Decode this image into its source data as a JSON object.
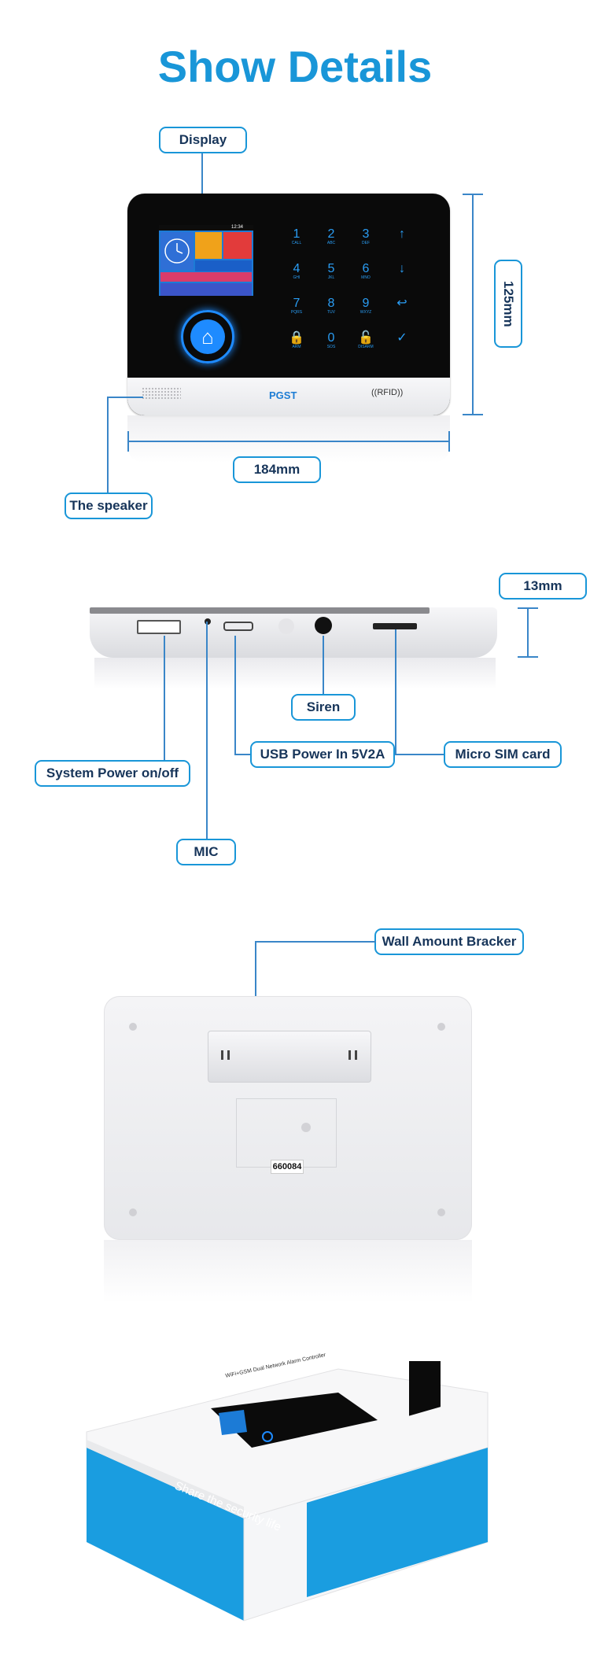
{
  "title": "Show Details",
  "front": {
    "display_label": "Display",
    "height_label": "125mm",
    "width_label": "184mm",
    "speaker_label": "The speaker",
    "brand": "PGST",
    "rfid": "((RFID))",
    "screen_time": "12:34",
    "keys": [
      {
        "sym": "1",
        "sub": "CALL"
      },
      {
        "sym": "2",
        "sub": "ABC"
      },
      {
        "sym": "3",
        "sub": "DEF"
      },
      {
        "sym": "↑",
        "sub": ""
      },
      {
        "sym": "4",
        "sub": "GHI"
      },
      {
        "sym": "5",
        "sub": "JKL"
      },
      {
        "sym": "6",
        "sub": "MNO"
      },
      {
        "sym": "↓",
        "sub": ""
      },
      {
        "sym": "7",
        "sub": "PQRS"
      },
      {
        "sym": "8",
        "sub": "TUV"
      },
      {
        "sym": "9",
        "sub": "WXYZ"
      },
      {
        "sym": "↩",
        "sub": ""
      },
      {
        "sym": "🔒",
        "sub": "ARM"
      },
      {
        "sym": "0",
        "sub": "SOS"
      },
      {
        "sym": "🔓",
        "sub": "DISARM"
      },
      {
        "sym": "✓",
        "sub": ""
      }
    ],
    "colors": {
      "accent": "#1996d8",
      "key": "#2a9df4",
      "screen": "#1c7bd6"
    }
  },
  "side": {
    "thickness_label": "13mm",
    "siren_label": "Siren",
    "usb_label": "USB Power In 5V2A",
    "sim_label": "Micro SIM card",
    "power_label": "System Power on/off",
    "mic_label": "MIC"
  },
  "back": {
    "bracket_label": "Wall Amount Bracker",
    "serial": "660084"
  },
  "box": {
    "tagline": "Share the security life",
    "product_line": "WiFi+GSM Dual Network Alarm Controller"
  }
}
